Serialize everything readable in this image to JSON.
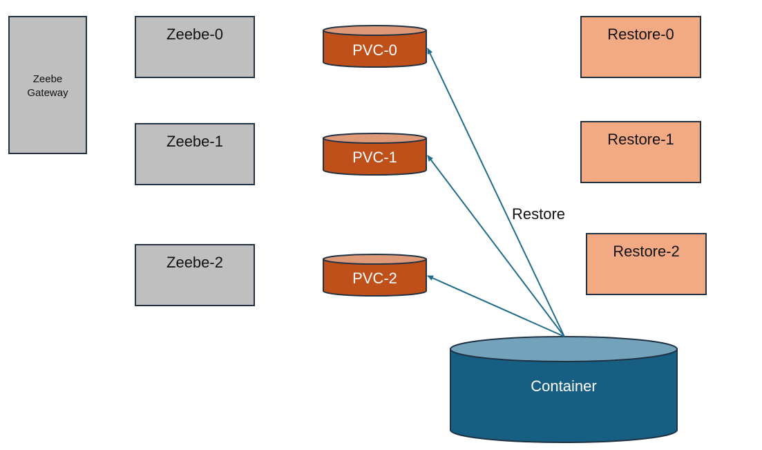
{
  "gateway": {
    "label": "Zeebe\nGateway"
  },
  "brokers": [
    {
      "label": "Zeebe-0"
    },
    {
      "label": "Zeebe-1"
    },
    {
      "label": "Zeebe-2"
    }
  ],
  "pvcs": [
    {
      "label": "PVC-0"
    },
    {
      "label": "PVC-1"
    },
    {
      "label": "PVC-2"
    }
  ],
  "restores": [
    {
      "label": "Restore-0"
    },
    {
      "label": "Restore-1"
    },
    {
      "label": "Restore-2"
    }
  ],
  "container": {
    "label": "Container"
  },
  "edge_label": "Restore",
  "colors": {
    "gray_box": "#bfbfbf",
    "box_border": "#1f3142",
    "pvc_fill": "#c0501a",
    "pvc_top": "#de9a78",
    "restore_box": "#f2aa84",
    "container_fill": "#175f82",
    "container_top": "#73a3ba",
    "arrow": "#1e6b8a"
  }
}
